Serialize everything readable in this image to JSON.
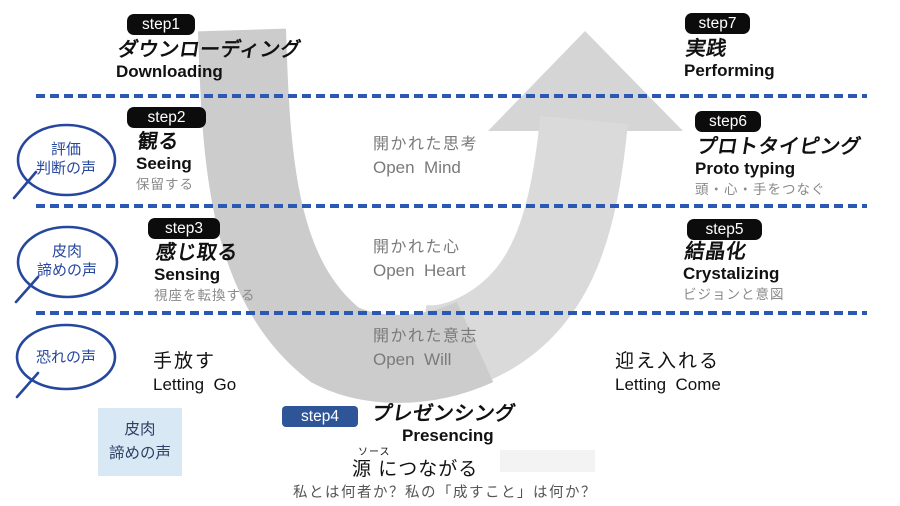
{
  "steps": [
    {
      "badge": "step1",
      "title_ja": "ダウンローディング",
      "title_en": "Downloading",
      "note": ""
    },
    {
      "badge": "step2",
      "title_ja": "観る",
      "title_en": "Seeing",
      "note": "保留する"
    },
    {
      "badge": "step3",
      "title_ja": "感じ取る",
      "title_en": "Sensing",
      "note": "視座を転換する"
    },
    {
      "badge": "step4",
      "title_ja": "プレゼンシング",
      "title_en": "Presencing",
      "note": ""
    },
    {
      "badge": "step5",
      "title_ja": "結晶化",
      "title_en": "Crystalizing",
      "note": "ビジョンと意図"
    },
    {
      "badge": "step6",
      "title_ja": "プロトタイピング",
      "title_en": "Proto typing",
      "note": "頭・心・手をつなぐ"
    },
    {
      "badge": "step7",
      "title_ja": "実践",
      "title_en": "Performing",
      "note": ""
    }
  ],
  "open_levels": [
    {
      "ja": "開かれた思考",
      "en": "Open  Mind"
    },
    {
      "ja": "開かれた心",
      "en": "Open  Heart"
    },
    {
      "ja": "開かれた意志",
      "en": "Open  Will"
    }
  ],
  "transitions": {
    "letting_go": {
      "ja": "手放す",
      "en": "Letting  Go"
    },
    "letting_come": {
      "ja": "迎え入れる",
      "en": "Letting  Come"
    }
  },
  "voices": [
    {
      "lines": [
        "評価",
        "判断の声"
      ]
    },
    {
      "lines": [
        "皮肉",
        "諦めの声"
      ]
    },
    {
      "lines": [
        "恐れの声"
      ]
    }
  ],
  "voice_box": {
    "lines": [
      "皮肉",
      "諦めの声"
    ]
  },
  "source": {
    "ruby": "ソース",
    "text": "源 につながる"
  },
  "bottom_question": "私とは何者か？私の「成すこと」は何か？",
  "colors": {
    "dash_blue": "#2b58b2",
    "navy": "#26479e",
    "step_badge_black": "#0c0c0c",
    "step4_blue": "#2e5597",
    "voice_box_bg": "#d9e8f5",
    "voice_box_text": "#2f4164",
    "arrow_gray": "#d5d5d5",
    "arrow_gray_light": "#dadada",
    "arrow_gray_dark": "#cccccc",
    "muted_gray": "#8a8a8a",
    "open_gray": "#7a7a7a",
    "question_gray": "#555555"
  }
}
